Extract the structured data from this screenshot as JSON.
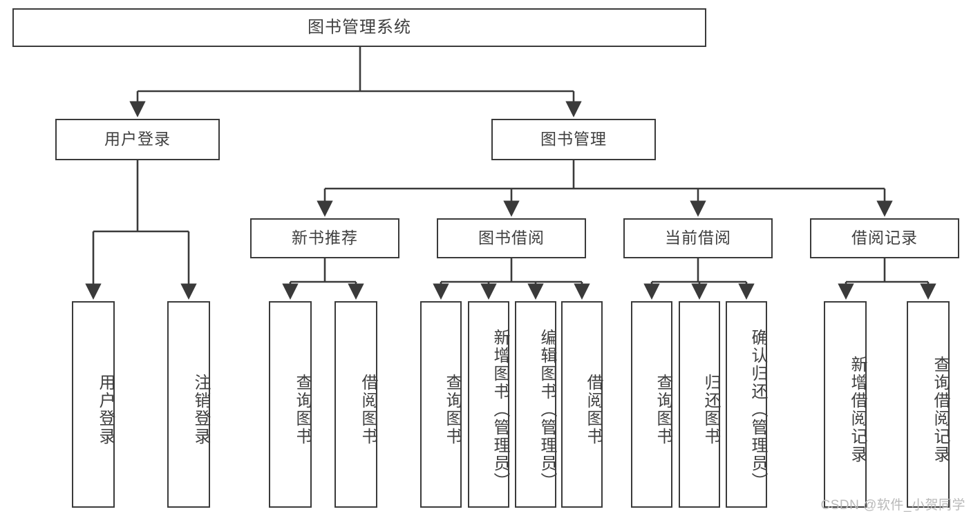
{
  "diagram": {
    "title": "图书管理系统",
    "style": {
      "line_color": "#3a3a3a",
      "text_color": "#3f3f3f",
      "background": "#ffffff",
      "watermark_color": "#b9b9b9"
    },
    "root": {
      "label": "图书管理系统"
    },
    "level2": [
      {
        "label": "用户登录"
      },
      {
        "label": "图书管理"
      }
    ],
    "level3": [
      {
        "label": "新书推荐"
      },
      {
        "label": "图书借阅"
      },
      {
        "label": "当前借阅"
      },
      {
        "label": "借阅记录"
      }
    ],
    "leaves": {
      "user_login": [
        {
          "label": "用户登录"
        },
        {
          "label": "注销登录"
        }
      ],
      "new_book_recommend": [
        {
          "label": "查询图书"
        },
        {
          "label": "借阅图书"
        }
      ],
      "book_borrow": [
        {
          "label": "查询图书"
        },
        {
          "label": "新增图书（管理员）"
        },
        {
          "label": "编辑图书（管理员）"
        },
        {
          "label": "借阅图书"
        }
      ],
      "current_borrow": [
        {
          "label": "查询图书"
        },
        {
          "label": "归还图书"
        },
        {
          "label": "确认归还（管理员）"
        }
      ],
      "borrow_record": [
        {
          "label": "新增借阅记录"
        },
        {
          "label": "查询借阅记录"
        }
      ]
    },
    "watermark": "CSDN @软件_小贺同学"
  }
}
